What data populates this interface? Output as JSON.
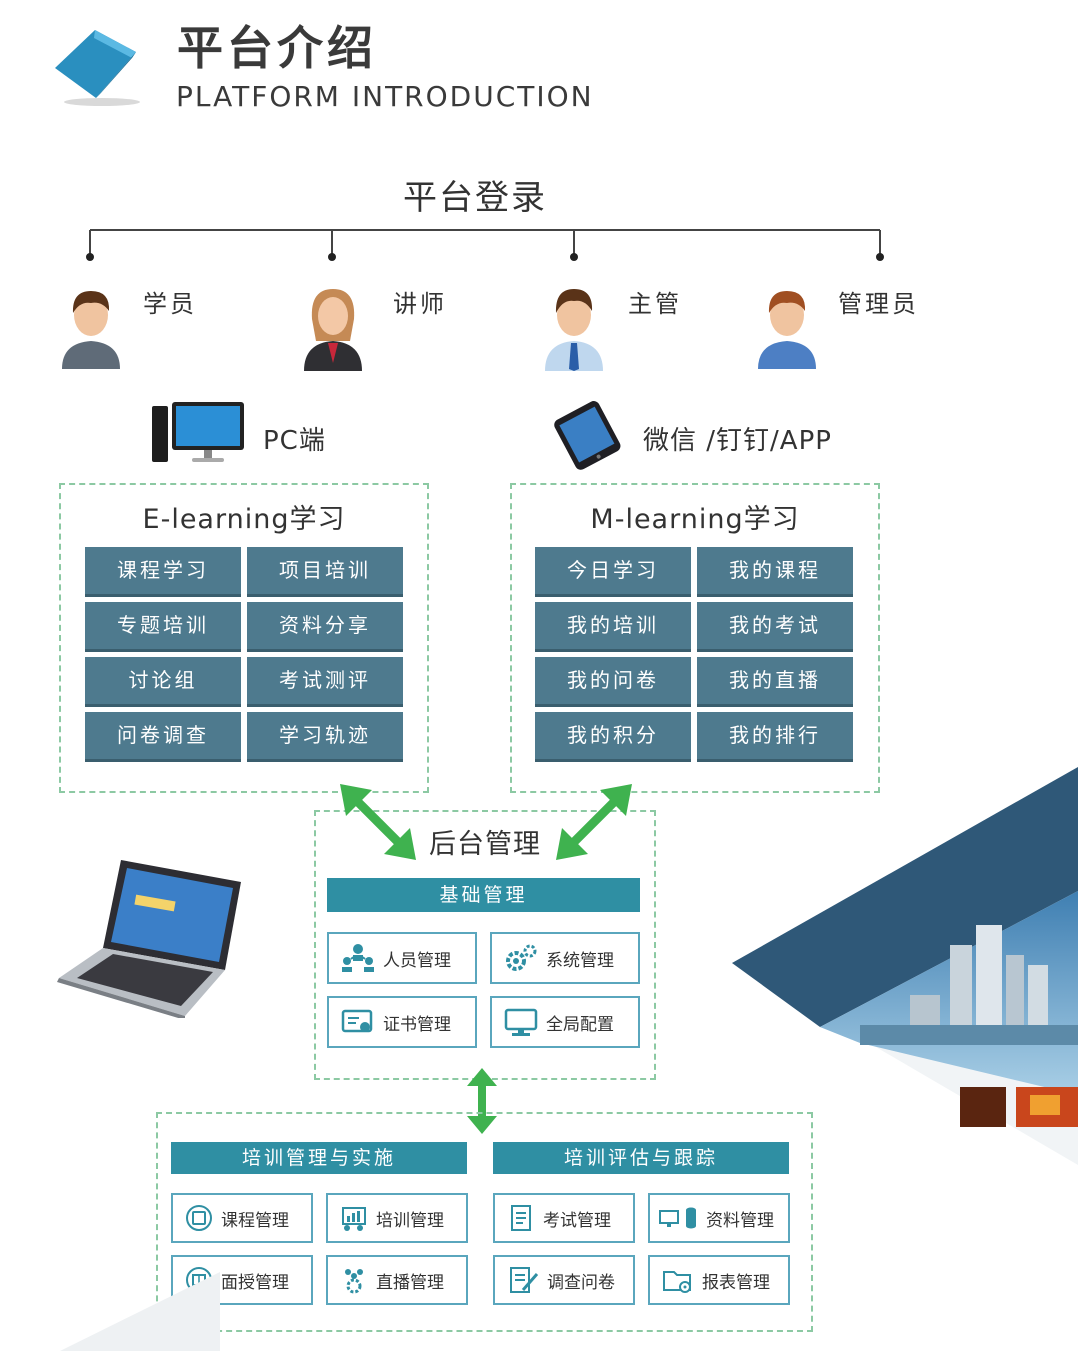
{
  "header": {
    "title_cn": "平台介绍",
    "title_en": "PLATFORM INTRODUCTION"
  },
  "login": {
    "title": "平台登录"
  },
  "roles": [
    {
      "label": "学员",
      "icon": "student-avatar-icon"
    },
    {
      "label": "讲师",
      "icon": "lecturer-avatar-icon"
    },
    {
      "label": "主管",
      "icon": "supervisor-avatar-icon"
    },
    {
      "label": "管理员",
      "icon": "admin-avatar-icon"
    }
  ],
  "devices": {
    "pc": "PC端",
    "mobile": "微信 /钉钉/APP"
  },
  "elearning": {
    "title": "E-learning学习",
    "items": [
      "课程学习",
      "项目培训",
      "专题培训",
      "资料分享",
      "讨论组",
      "考试测评",
      "问卷调查",
      "学习轨迹"
    ]
  },
  "mlearning": {
    "title": "M-learning学习",
    "items": [
      "今日学习",
      "我的课程",
      "我的培训",
      "我的考试",
      "我的问卷",
      "我的直播",
      "我的积分",
      "我的排行"
    ]
  },
  "backend": {
    "title": "后台管理",
    "band": "基础管理",
    "items": [
      "人员管理",
      "系统管理",
      "证书管理",
      "全局配置"
    ]
  },
  "training": {
    "band_left": "培训管理与实施",
    "band_right": "培训评估与跟踪",
    "items": [
      "课程管理",
      "培训管理",
      "考试管理",
      "资料管理",
      "面授管理",
      "直播管理",
      "调查问卷",
      "报表管理"
    ]
  },
  "colors": {
    "tile": "#4e7a8e",
    "band": "#2f8fa3",
    "arrow": "#3fb24f",
    "dash": "#8cc9a3",
    "cube": "#2a8fbf"
  }
}
